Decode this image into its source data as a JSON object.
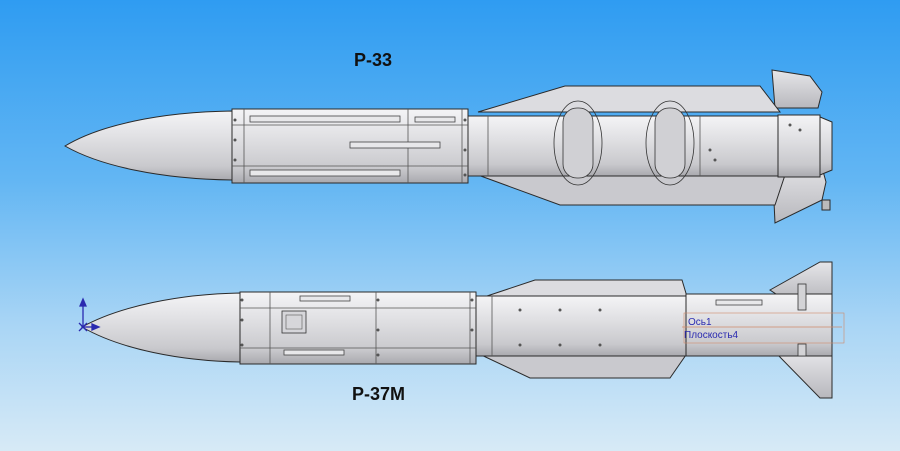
{
  "labels": {
    "top_missile": "Р-33",
    "bottom_missile": "Р-37М"
  },
  "annotations": {
    "axis": "Ось1",
    "plane": "Плоскость4"
  },
  "colors": {
    "background_top": "#2f9cf2",
    "background_bottom": "#d7eaf6",
    "body_fill": "#d9d9dc",
    "outline": "#2a2a2a",
    "annotation": "#2a2ab0"
  }
}
